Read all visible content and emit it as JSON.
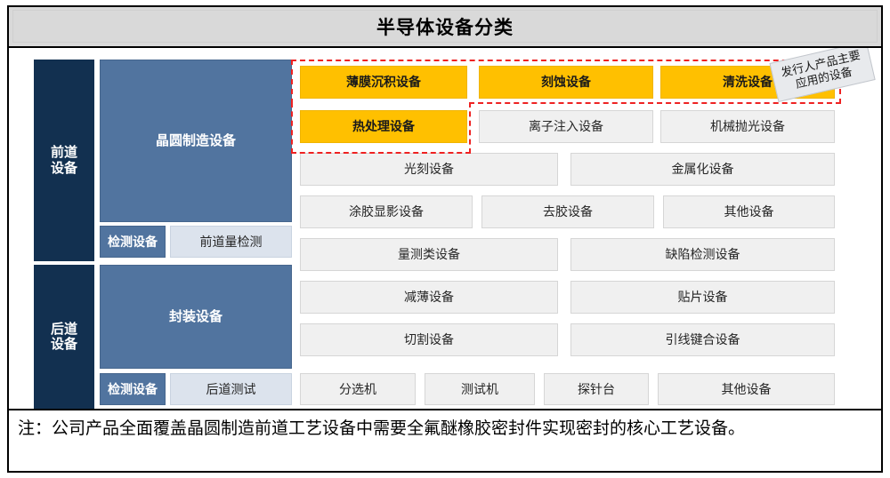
{
  "header": {
    "title": "半导体设备分类"
  },
  "callout": {
    "text": "发行人产品主要应用的设备"
  },
  "colors": {
    "navy": "#123050",
    "steel": "#51749f",
    "light_blue": "#dce3ed",
    "gray": "#f0f0f0",
    "orange": "#ffc000",
    "highlight_dashed": "#ee2222",
    "title_bar": "#d9d9d9"
  },
  "stages": [
    {
      "label": "前道\n设备"
    },
    {
      "label": "后道\n设备"
    }
  ],
  "categories": [
    {
      "label": "晶圆制造设备"
    },
    {
      "label": "检测设备"
    },
    {
      "label": "封装设备"
    },
    {
      "label": "检测设备"
    }
  ],
  "subcategories": [
    {
      "label": "前道量检测"
    },
    {
      "label": "后道测试"
    }
  ],
  "equipment": {
    "row1": [
      {
        "label": "薄膜沉积设备",
        "style": "orange",
        "highlighted": true
      },
      {
        "label": "刻蚀设备",
        "style": "orange",
        "highlighted": true
      },
      {
        "label": "清洗设备",
        "style": "orange",
        "highlighted": true
      }
    ],
    "row2": [
      {
        "label": "热处理设备",
        "style": "orange",
        "highlighted": true
      },
      {
        "label": "离子注入设备",
        "style": "gray",
        "highlighted": false
      },
      {
        "label": "机械抛光设备",
        "style": "gray",
        "highlighted": false
      }
    ],
    "row3": [
      {
        "label": "光刻设备",
        "style": "gray",
        "highlighted": false
      },
      {
        "label": "金属化设备",
        "style": "gray",
        "highlighted": false
      }
    ],
    "row4": [
      {
        "label": "涂胶显影设备",
        "style": "gray",
        "highlighted": false
      },
      {
        "label": "去胶设备",
        "style": "gray",
        "highlighted": false
      },
      {
        "label": "其他设备",
        "style": "gray",
        "highlighted": false
      }
    ],
    "row5": [
      {
        "label": "量测类设备",
        "style": "gray",
        "highlighted": false
      },
      {
        "label": "缺陷检测设备",
        "style": "gray",
        "highlighted": false
      }
    ],
    "row6": [
      {
        "label": "减薄设备",
        "style": "gray",
        "highlighted": false
      },
      {
        "label": "贴片设备",
        "style": "gray",
        "highlighted": false
      }
    ],
    "row7": [
      {
        "label": "切割设备",
        "style": "gray",
        "highlighted": false
      },
      {
        "label": "引线键合设备",
        "style": "gray",
        "highlighted": false
      }
    ],
    "row8": [
      {
        "label": "分选机",
        "style": "gray",
        "highlighted": false
      },
      {
        "label": "测试机",
        "style": "gray",
        "highlighted": false
      },
      {
        "label": "探针台",
        "style": "gray",
        "highlighted": false
      },
      {
        "label": "其他设备",
        "style": "gray",
        "highlighted": false
      }
    ]
  },
  "footer": {
    "note": "注：公司产品全面覆盖晶圆制造前道工艺设备中需要全氟醚橡胶密封件实现密封的核心工艺设备。"
  }
}
